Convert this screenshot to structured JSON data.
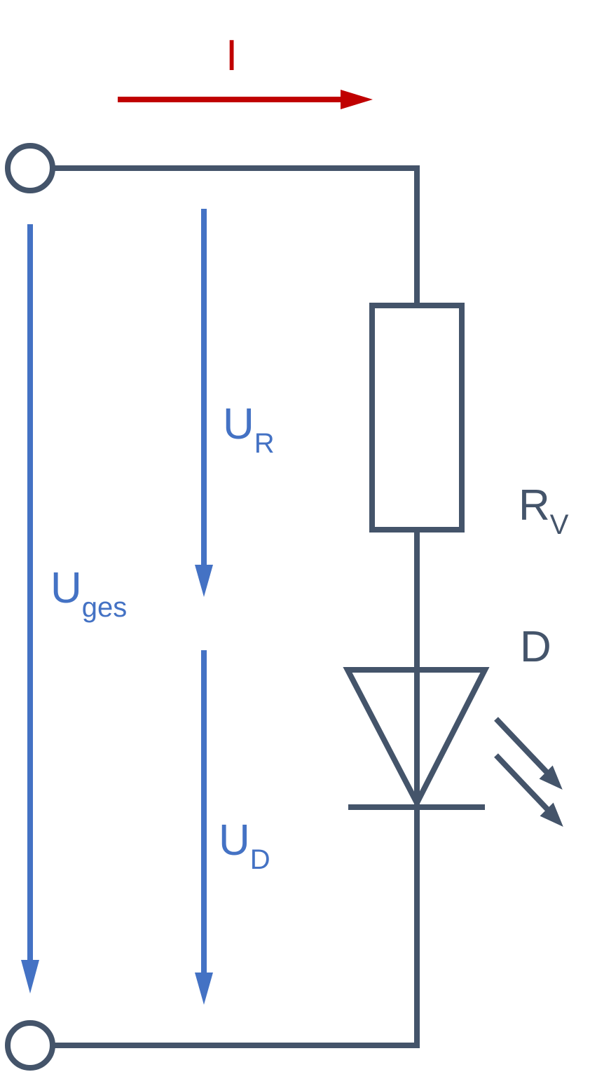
{
  "labels": {
    "current": "I",
    "u_total": {
      "main": "U",
      "sub": "ges"
    },
    "u_resistor": {
      "main": "U",
      "sub": "R"
    },
    "u_diode": {
      "main": "U",
      "sub": "D"
    },
    "resistor": {
      "main": "R",
      "sub": "V"
    },
    "diode": "D"
  },
  "colors": {
    "wire": "#44546a",
    "voltage": "#4472c4",
    "current": "#c00000",
    "background": "#ffffff"
  }
}
